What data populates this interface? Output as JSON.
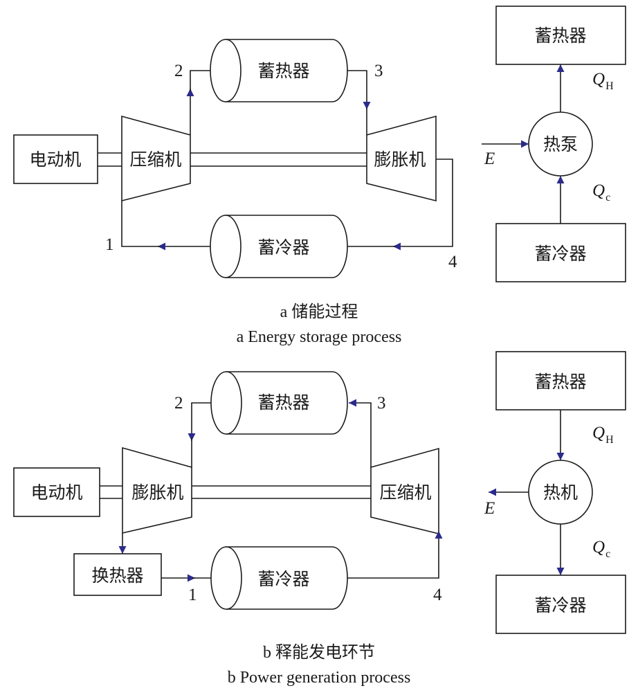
{
  "colors": {
    "line": "#1a1a1a",
    "arrow": "#2b2b8c",
    "background": "#ffffff"
  },
  "storage": {
    "motor": "电动机",
    "compressor": "压缩机",
    "expander": "膨胀机",
    "hot_store": "蓄热器",
    "cold_store": "蓄冷器",
    "states": {
      "s1": "1",
      "s2": "2",
      "s3": "3",
      "s4": "4"
    },
    "heat_pump": {
      "hot_store": "蓄热器",
      "cold_store": "蓄冷器",
      "device": "热泵",
      "energy_in": "E",
      "q_hot": {
        "symbol": "Q",
        "subscript": "H"
      },
      "q_cold": {
        "symbol": "Q",
        "subscript": "c"
      }
    },
    "caption_cn": "a  储能过程",
    "caption_en": "a  Energy storage process"
  },
  "generation": {
    "motor": "电动机",
    "expander": "膨胀机",
    "compressor": "压缩机",
    "hot_store": "蓄热器",
    "cold_store": "蓄冷器",
    "heat_exchanger": "换热器",
    "states": {
      "s1": "1",
      "s2": "2",
      "s3": "3",
      "s4": "4"
    },
    "heat_engine": {
      "hot_store": "蓄热器",
      "cold_store": "蓄冷器",
      "device": "热机",
      "energy_out": "E",
      "q_hot": {
        "symbol": "Q",
        "subscript": "H"
      },
      "q_cold": {
        "symbol": "Q",
        "subscript": "c"
      }
    },
    "caption_cn": "b  释能发电环节",
    "caption_en": "b  Power generation process"
  }
}
